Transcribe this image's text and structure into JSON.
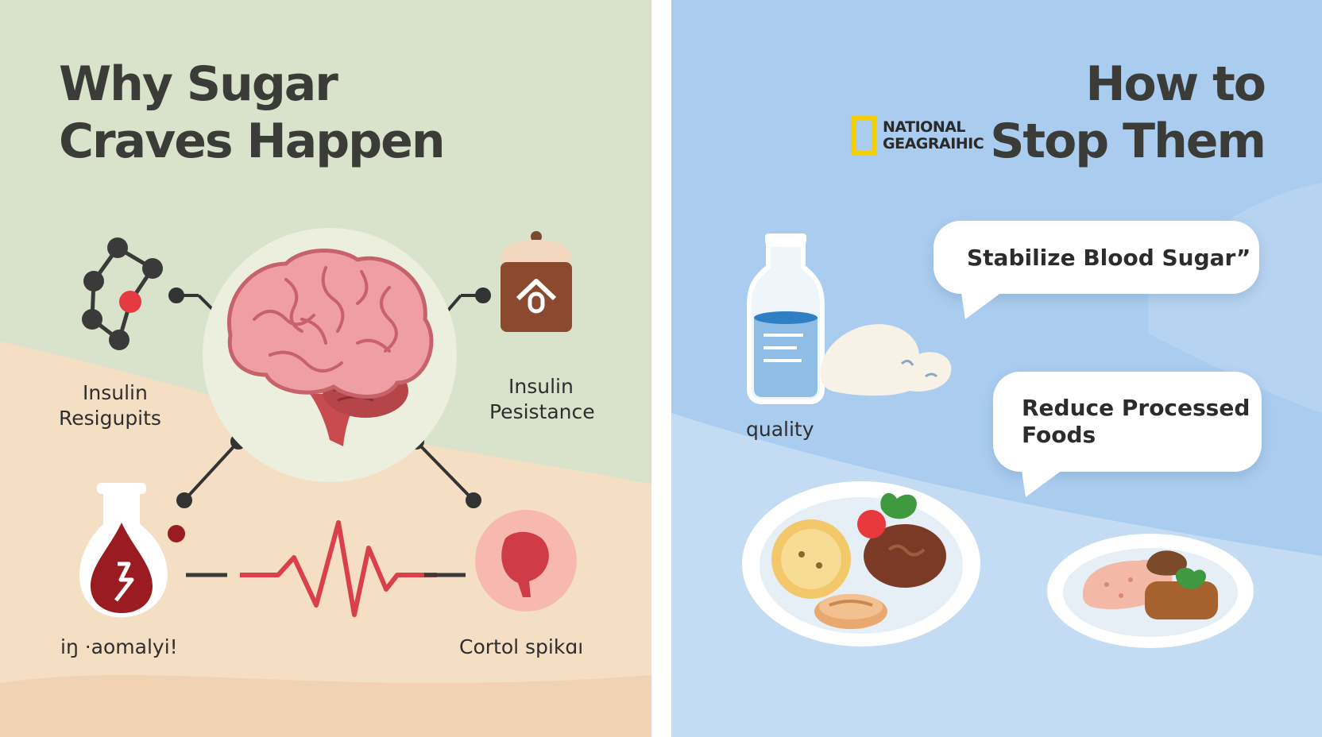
{
  "left": {
    "title_line1": "Why Sugar",
    "title_line2": "Craves Happen",
    "labels": {
      "insulin_resignals_line1": "Insulin",
      "insulin_resignals_line2": "Resigupits",
      "insulin_resistance_line1": "Insulin",
      "insulin_resistance_line2": "Pesistance",
      "anomaly": "iŋ ·aomalyi!",
      "cortisol": "Cortol spikɑı"
    },
    "icons": [
      "molecule-icon",
      "brain-icon",
      "hormone-jar-icon",
      "blood-drop-icon",
      "heartbeat-icon",
      "stomach-icon"
    ]
  },
  "right": {
    "title_line1": "How to",
    "title_line2": "Stop Them",
    "logo": {
      "line1": "NATIONAL",
      "line2": "GEAGRAIHIC",
      "border_color": "#f4d000"
    },
    "bubbles": {
      "stabilize": "Stabilize Blood Sugar”",
      "reduce_line1": "Reduce Processed",
      "reduce_line2": "Foods"
    },
    "labels": {
      "quality": "quality"
    },
    "icons": [
      "water-bottle-icon",
      "yogurt-icon",
      "meal-plate-icon",
      "snack-plate-icon"
    ]
  },
  "colors": {
    "left_bg": "#d9e3cb",
    "left_bottom_bg": "#f5dfc4",
    "right_bg": "#a9ccef",
    "title": "#3b3b38",
    "accent_red": "#d9404a",
    "brain_pink": "#ef9fa3"
  }
}
